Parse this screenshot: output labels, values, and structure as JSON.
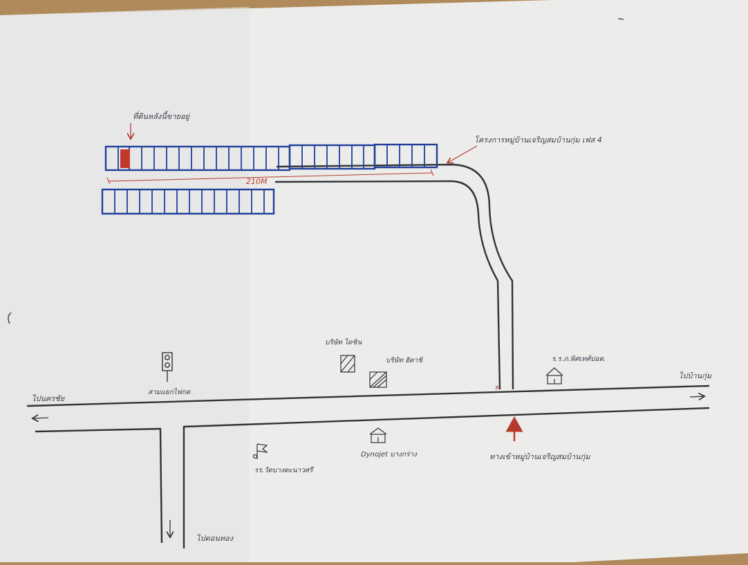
{
  "map": {
    "colors": {
      "paper": "#eceded",
      "ink": "#2f3236",
      "blue_ink": "#1f3f9a",
      "red_ink": "#c0392b",
      "background": "#b08a5a"
    },
    "project": {
      "label": "โครงการหมู่บ้านเจริญสมบ้านกุ่ม เฟส 4",
      "marked_plot_label": "ที่ดินหลังนี้ขายอยู่",
      "distance_label": "210M"
    },
    "landmarks": {
      "traffic_light": "สามแยกไฟกด",
      "company_1": "บริษัท ไดชิน",
      "company_2": "บริษัท ฮิตาชิ",
      "shop_right": "ร.ร.ภ.พิศเทศ์ปอต.",
      "temple": "รร.วัดบางตะนาวศรี",
      "dyno_shop": "Dynojet บางกร่าง",
      "entrance": "ทางเข้าหมู่บ้านเจริญสมบ้านกุ่ม"
    },
    "directions": {
      "left": "ไปนครชัย",
      "right": "ไปบ้านกุ่ม",
      "down": "ไปดอนทอง"
    }
  }
}
